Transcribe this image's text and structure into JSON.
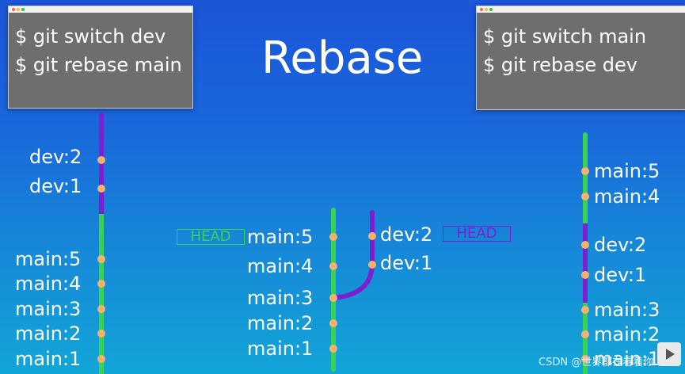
{
  "title": "Rebase",
  "left_terminal": {
    "lines": [
      "$ git switch dev",
      "$ git rebase main"
    ]
  },
  "right_terminal": {
    "lines": [
      "$ git switch main",
      "$ git rebase dev"
    ]
  },
  "colors": {
    "main_branch": "#39d353",
    "dev_branch": "#7b1fd1",
    "commit_dot": "#f6b26b",
    "text": "#ffffff"
  },
  "left_graph": {
    "commits": [
      "dev:2",
      "dev:1",
      "main:5",
      "main:4",
      "main:3",
      "main:2",
      "main:1"
    ]
  },
  "middle_graph": {
    "head_main": "HEAD",
    "main_commits": [
      "main:5",
      "main:4",
      "main:3",
      "main:2",
      "main:1"
    ],
    "head_dev": "HEAD",
    "dev_commits": [
      "dev:2",
      "dev:1"
    ]
  },
  "right_graph": {
    "commits": [
      "main:5",
      "main:4",
      "dev:2",
      "dev:1",
      "main:3",
      "main:2",
      "main:1"
    ]
  },
  "watermark": "CSDN @世界都在看着你"
}
